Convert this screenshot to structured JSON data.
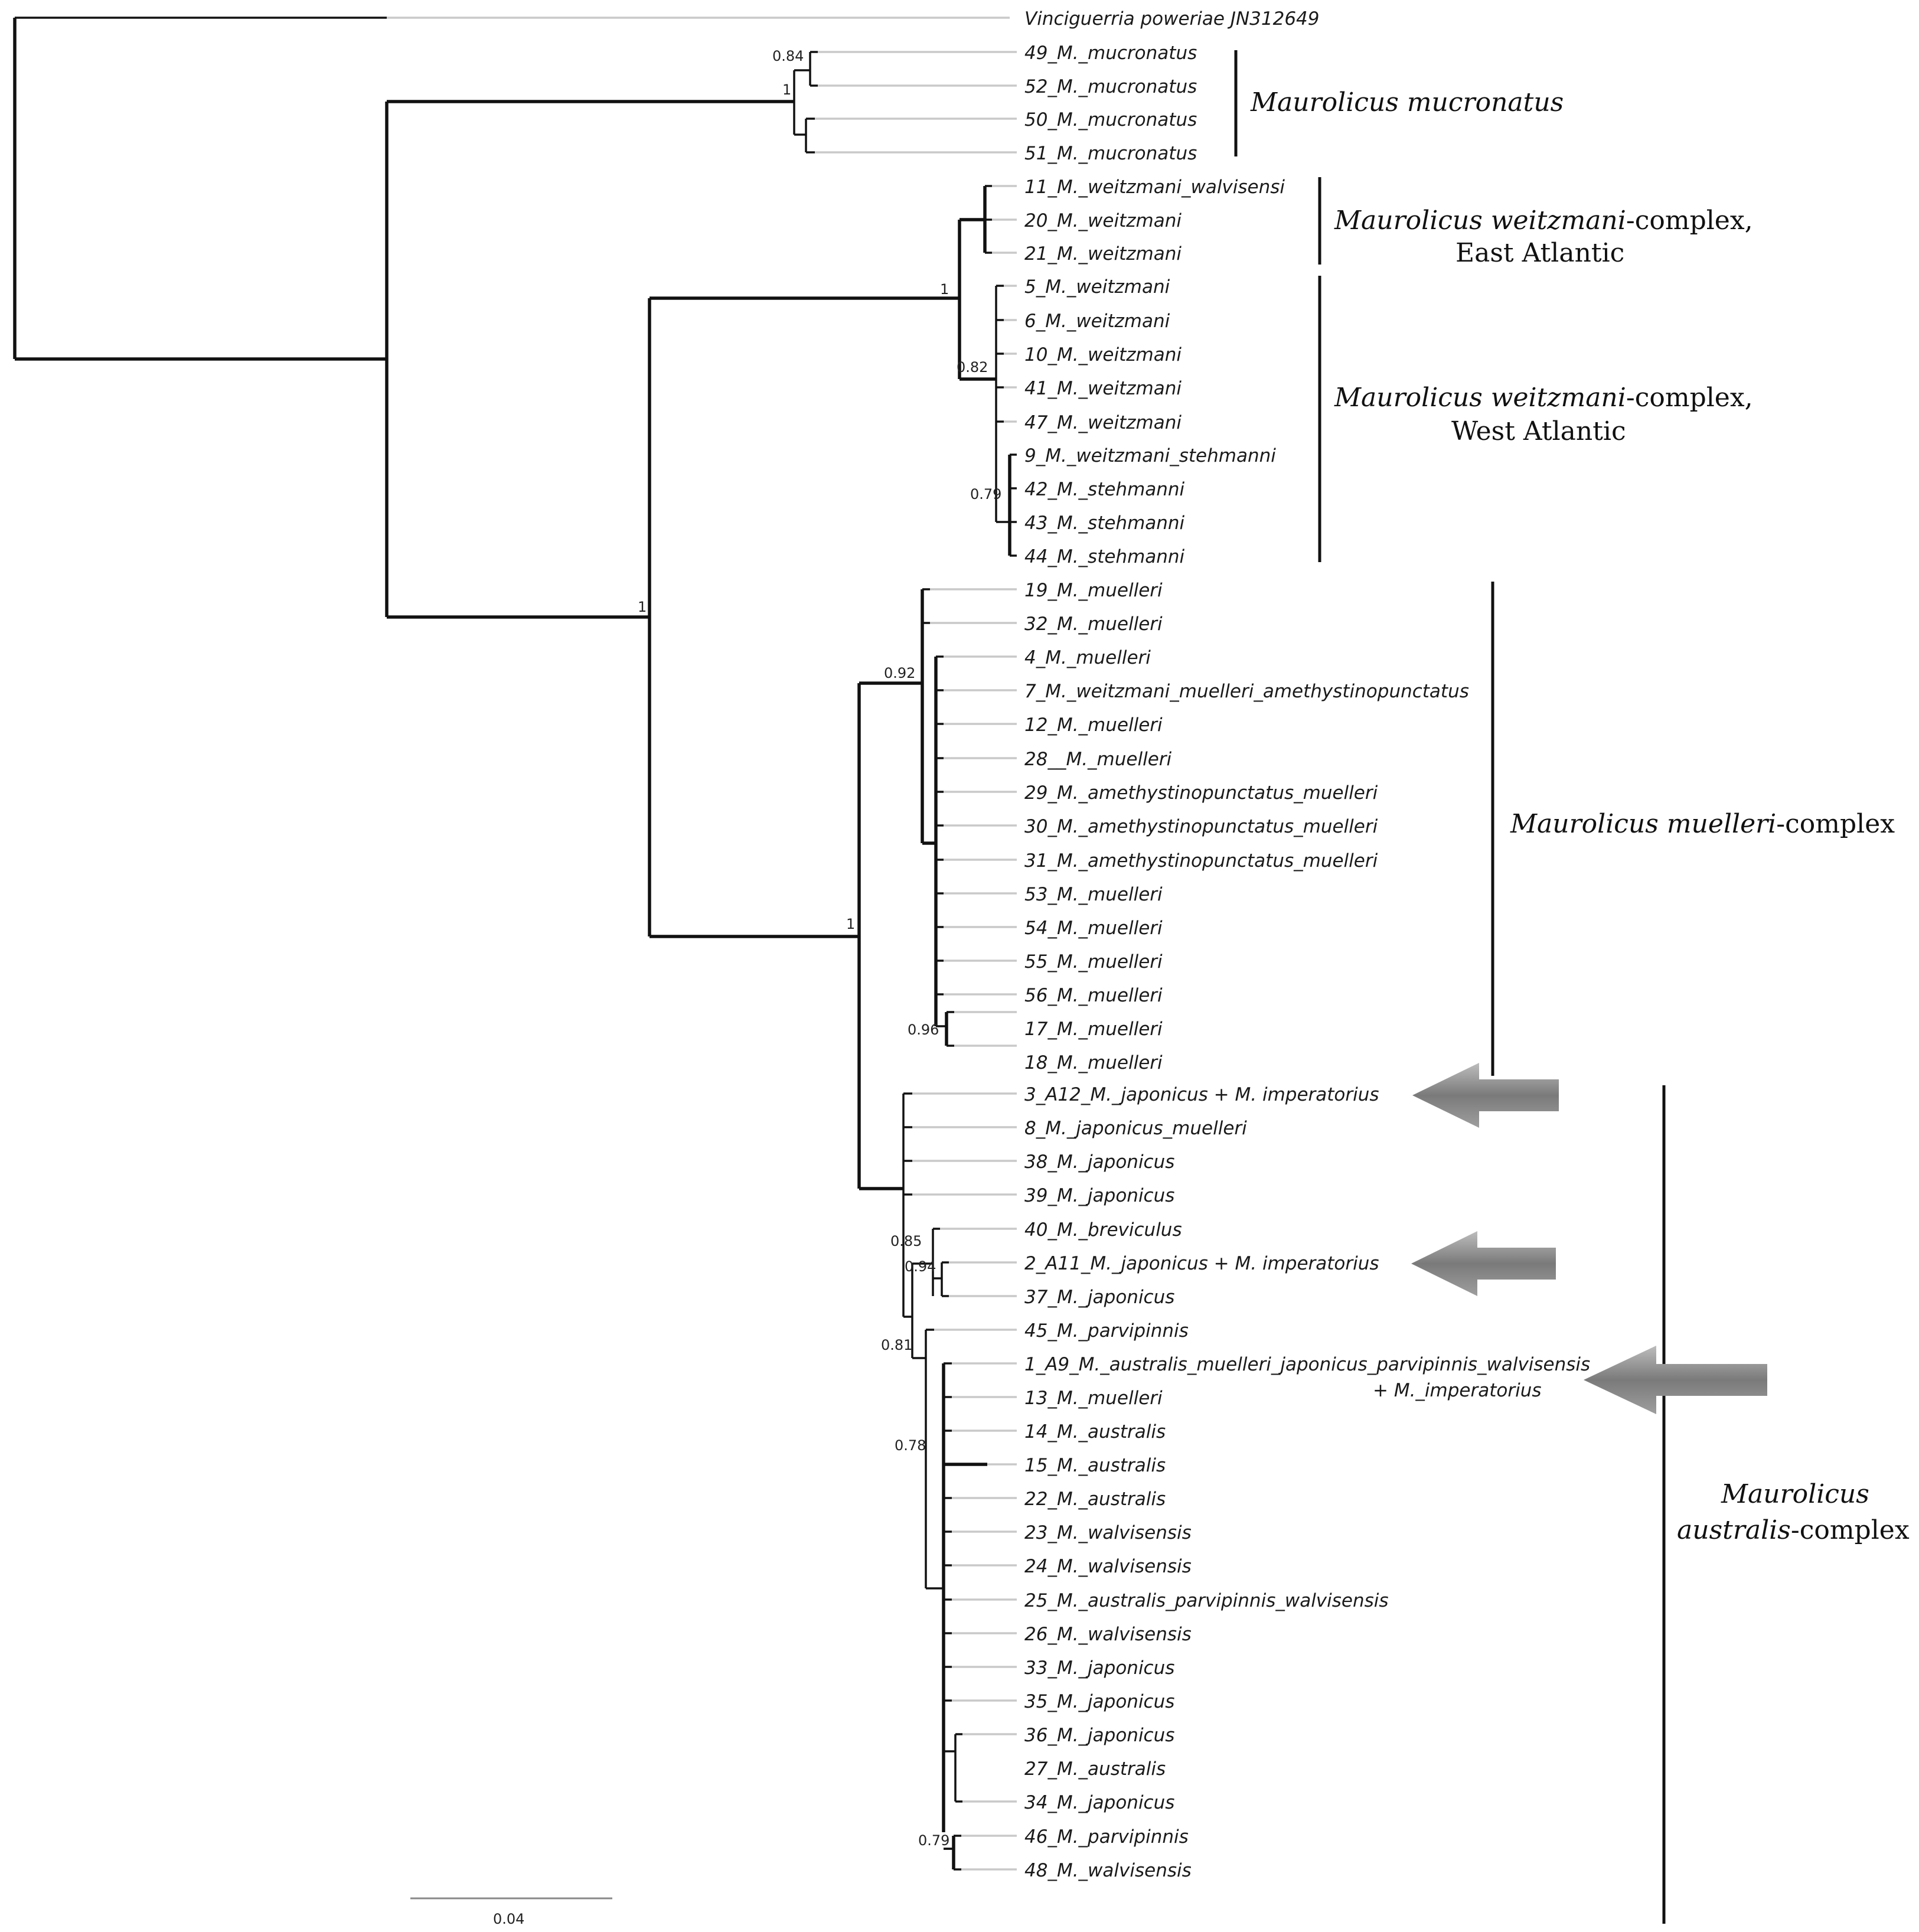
{
  "taxa": {
    "outgroup": "Vinciguerria poweriae JN312649",
    "t49": "49_M._mucronatus",
    "t52": "52_M._mucronatus",
    "t50": "50_M._mucronatus",
    "t51": "51_M._mucronatus",
    "t11": "11_M._weitzmani_walvisensi",
    "t20": "20_M._weitzmani",
    "t21": "21_M._weitzmani",
    "t5": "5_M._weitzmani",
    "t6": "6_M._weitzmani",
    "t10": "10_M._weitzmani",
    "t41": "41_M._weitzmani",
    "t47": "47_M._weitzmani",
    "t9": "9_M._weitzmani_stehmanni",
    "t42": "42_M._stehmanni",
    "t43": "43_M._stehmanni",
    "t44": "44_M._stehmanni",
    "t19": "19_M._muelleri",
    "t32": "32_M._muelleri",
    "t4": "4_M._muelleri",
    "t7": "7_M._weitzmani_muelleri_amethystinopunctatus",
    "t12": "12_M._muelleri",
    "t28": "28__M._muelleri",
    "t29": "29_M._amethystinopunctatus_muelleri",
    "t30": "30_M._amethystinopunctatus_muelleri",
    "t31": "31_M._amethystinopunctatus_muelleri",
    "t53": "53_M._muelleri",
    "t54": "54_M._muelleri",
    "t55": "55_M._muelleri",
    "t56": "56_M._muelleri",
    "t17": "17_M._muelleri",
    "t18": "18_M._muelleri",
    "t3": "3_A12_M._japonicus + M. imperatorius",
    "t8": "8_M._japonicus_muelleri",
    "t38": "38_M._japonicus",
    "t39": "39_M._japonicus",
    "t40": "40_M._breviculus",
    "t2": "2_A11_M._japonicus + M. imperatorius",
    "t37": "37_M._japonicus",
    "t45": "45_M._parvipinnis",
    "t1": "1_A9_M._australis_muelleri_japonicus_parvipinnis_walvisensis",
    "t1b": "+ M._imperatorius",
    "t13": "13_M._muelleri",
    "t14": "14_M._australis",
    "t15": "15_M._australis",
    "t22": "22_M._australis",
    "t23": "23_M._walvisensis",
    "t24": "24_M._walvisensis",
    "t25": "25_M._australis_parvipinnis_walvisensis",
    "t26": "26_M._walvisensis",
    "t33": "33_M._japonicus",
    "t35": "35_M._japonicus",
    "t36": "36_M._japonicus",
    "t27": "27_M._australis",
    "t34": "34_M._japonicus",
    "t46": "46_M._parvipinnis",
    "t48": "48_M._walvisensis"
  },
  "support": {
    "mucro_a": "0.84",
    "mucro_b": "1",
    "weitz": "1",
    "weitz_w": "0.82",
    "stehm": "0.79",
    "root_in": "1",
    "mm": "1",
    "muell": "0.92",
    "m1718": "0.96",
    "a085": "0.85",
    "a094": "0.94",
    "a081": "0.81",
    "a078": "0.78",
    "a079": "0.79"
  },
  "clades": {
    "mucronatus": "Maurolicus mucronatus",
    "weitz_east_italic": "Maurolicus weitzmani",
    "weitz_east_rest": "-complex,",
    "weitz_east_line2": "East Atlantic",
    "weitz_west_italic": "Maurolicus weitzmani",
    "weitz_west_rest": "-complex,",
    "weitz_west_line2": "West Atlantic",
    "muelleri_italic": "Maurolicus muelleri",
    "muelleri_rest": "-complex",
    "australis_line1": "Maurolicus",
    "australis_italic": "australis",
    "australis_rest": "-complex"
  },
  "scale_bar": {
    "label": "0.04"
  },
  "colors": {
    "branch": "#111111",
    "tip_line": "#c9c9c9",
    "arrow": "#8a8a8a"
  }
}
